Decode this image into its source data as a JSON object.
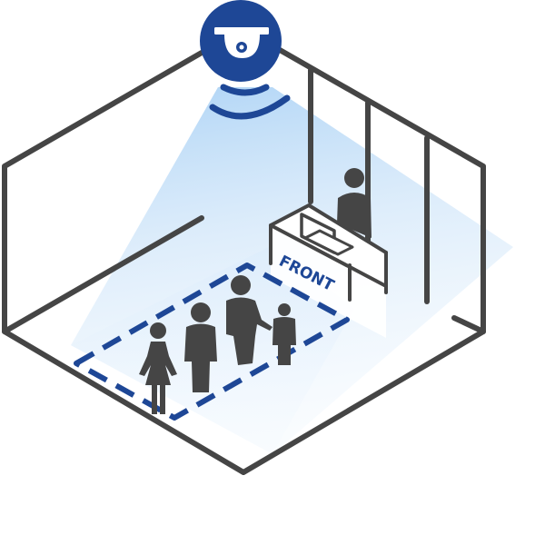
{
  "desk": {
    "label": "FRONT"
  },
  "camera": {
    "icon": "ceiling-dome-camera-icon"
  },
  "people": [
    {
      "role": "woman"
    },
    {
      "role": "man"
    },
    {
      "role": "adult"
    },
    {
      "role": "child"
    },
    {
      "role": "staff"
    }
  ],
  "colors": {
    "wall": "#454545",
    "brand_blue": "#1e4796",
    "figure": "#454545",
    "cone": "#bcdcf6",
    "floor_highlight": "#e6f1fc"
  }
}
